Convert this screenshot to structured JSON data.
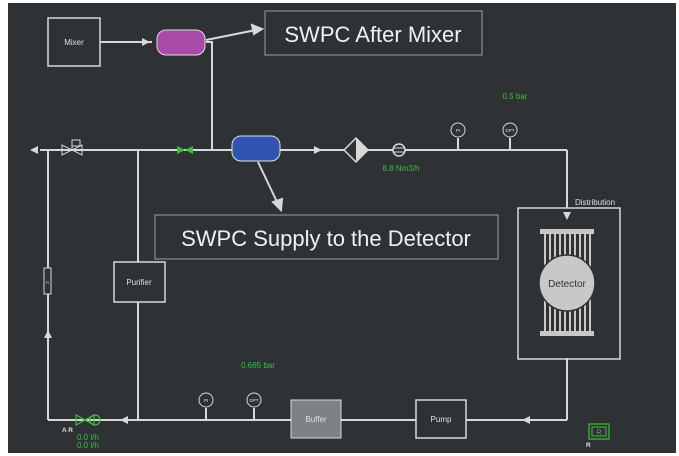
{
  "colors": {
    "background": "#2e3234",
    "pipe": "#d8d8d8",
    "status_green": "#3cbf3c",
    "mixer_vessel": "#a84aa8",
    "detector_vessel": "#2f55b0",
    "buffer_fill": "#7d8285",
    "detector_circle": "#c8c8c8"
  },
  "callouts": {
    "after_mixer": "SWPC After Mixer",
    "supply_detector": "SWPC Supply to the Detector"
  },
  "boxes": {
    "mixer": "Mixer",
    "purifier": "Purifier",
    "buffer": "Buffer",
    "pump": "Pump",
    "detector": "Detector",
    "distribution": "Distribution"
  },
  "readings": {
    "top_pressure": "0.5 bar",
    "flow": "8.8 Nm3/h",
    "bottom_pressure": "0.665 bar",
    "vent_flow_1": "0.0 l/h",
    "vent_flow_2": "0.0 l/h",
    "ar_label": "A R",
    "r_small": "R",
    "r_button": "R"
  },
  "instruments": {
    "pi": "PI",
    "dpt": "DPT",
    "fi": "FI"
  }
}
